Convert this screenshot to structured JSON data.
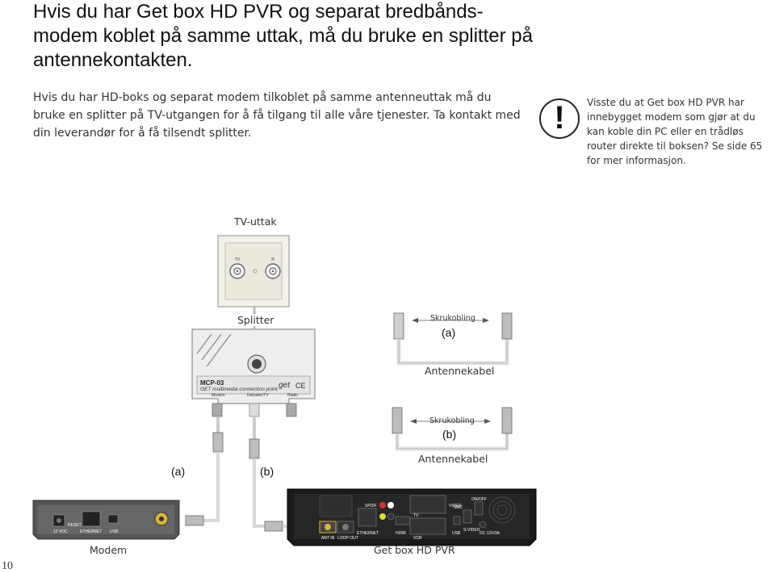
{
  "heading": "Hvis du har Get box HD PVR og separat bredbånds-modem koblet på samme uttak, må du bruke en splitter på antennekontakten.",
  "body": "Hvis du har HD-boks og separat modem tilkoblet på samme antenneuttak må du bruke en splitter på TV-utgangen for å få tilgang til alle våre tjenester. Ta kontakt med din leverandør for å få tilsendt splitter.",
  "note": "Visste du at Get box HD PVR har innebygget modem som gjør at du kan koble din PC eller en trådløs router direkte til boksen? Se side 65 for mer informasjon.",
  "icons": {
    "warning": "exclamation-circle-icon"
  },
  "labels": {
    "tv_outlet": "TV-uttak",
    "splitter": "Splitter",
    "screw_a": "Skrukobling",
    "screw_a_id": "(a)",
    "antenna_cable_1": "Antennekabel",
    "screw_b": "Skrukobling",
    "screw_b_id": "(b)",
    "antenna_cable_2": "Antennekabel",
    "cable_a": "(a)",
    "cable_b": "(b)",
    "modem": "Modem",
    "box": "Get box HD PVR"
  },
  "wall_outlet": {
    "port_tv": "TV",
    "port_r": "R"
  },
  "splitter_device": {
    "model": "MCP-03",
    "subtitle": "GET multimedia connection point",
    "brand": "get",
    "port_modem": "Modem",
    "port_tv": "Dekoder/TV",
    "port_radio": "Radio"
  },
  "modem_device": {
    "ports": [
      "12 VDC",
      "RESET",
      "ETHERNET",
      "USB"
    ]
  },
  "box_device": {
    "ports": [
      "ANT IN",
      "LOOP OUT",
      "ETHERNET",
      "HDMI",
      "TV",
      "VCR",
      "USB",
      "SPDIF",
      "ON/OFF",
      "SMC",
      "S-VIDEO",
      "VIDEO",
      "DC 12V/3A"
    ]
  },
  "page_number": "10"
}
